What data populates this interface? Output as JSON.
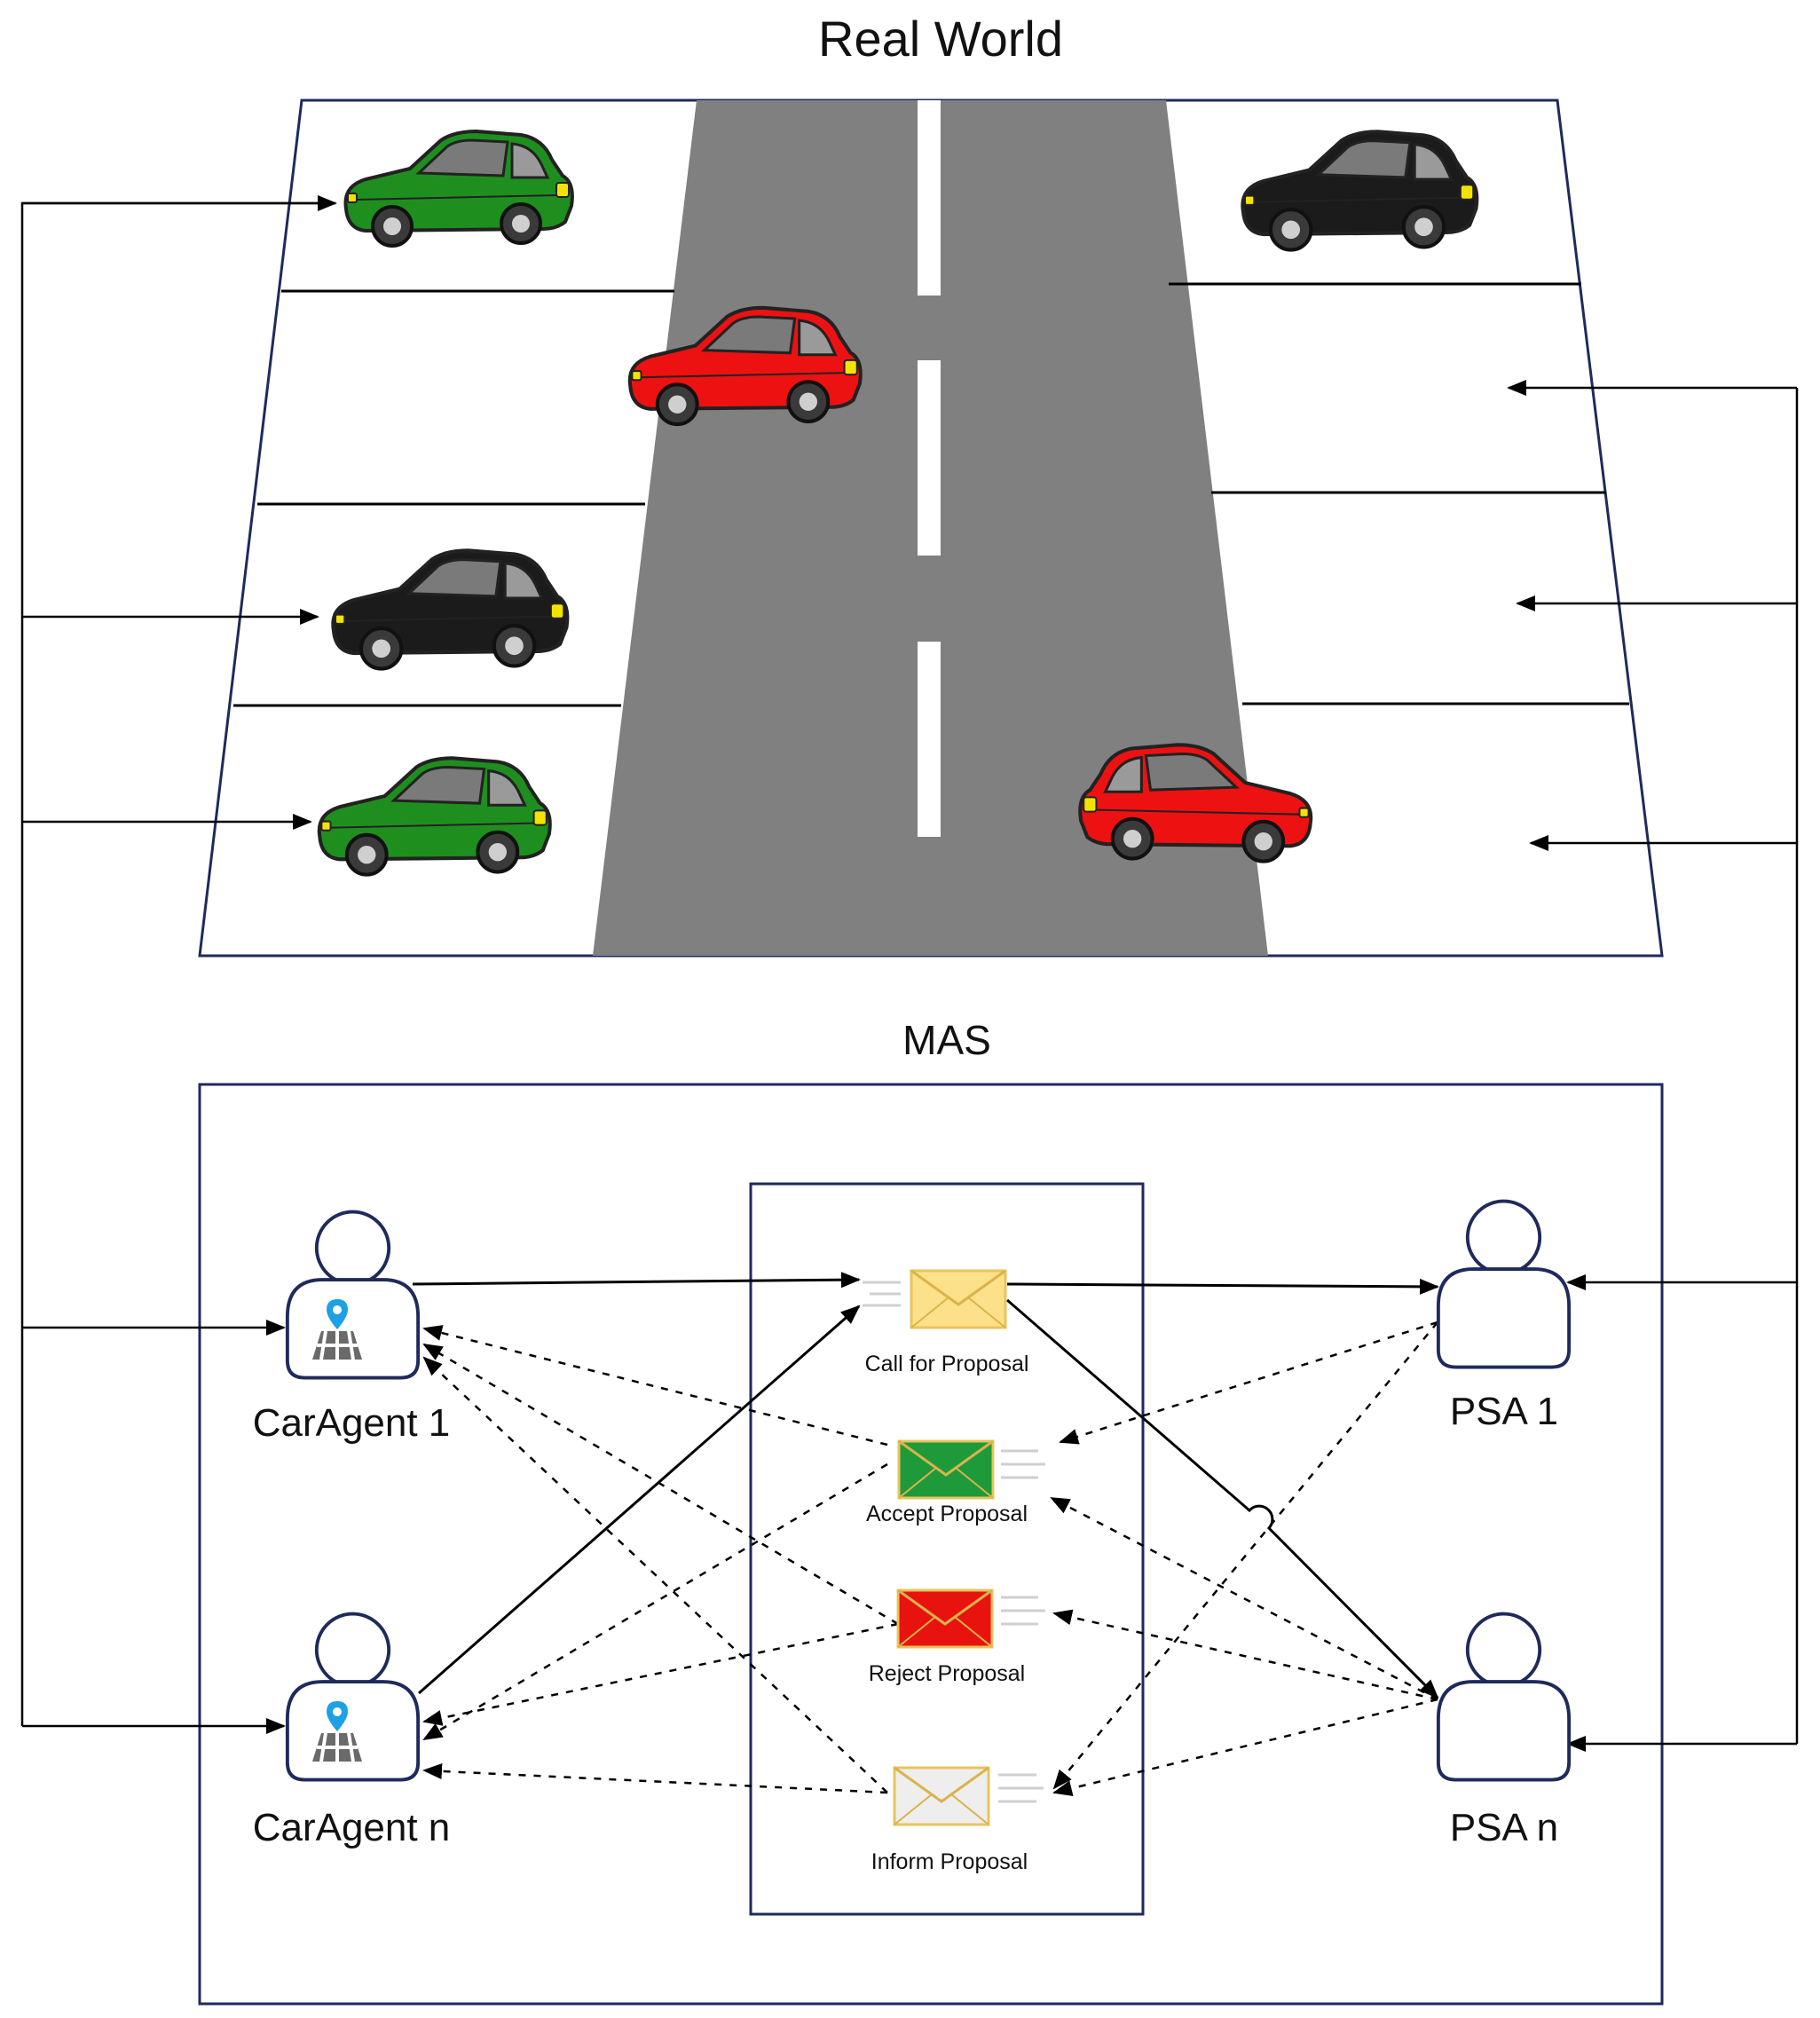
{
  "titles": {
    "real_world": "Real World",
    "mas": "MAS"
  },
  "agents": {
    "car_agent_1": "CarAgent 1",
    "car_agent_n": "CarAgent n",
    "psa_1": "PSA 1",
    "psa_n": "PSA n"
  },
  "messages": {
    "call_for_proposal": "Call for Proposal",
    "accept_proposal": "Accept Proposal",
    "reject_proposal": "Reject Proposal",
    "inform_proposal": "Inform Proposal"
  },
  "colors": {
    "road": "#808080",
    "frame": "#1f2a5c",
    "green_car": "#1e8f1e",
    "red_car": "#ee1111",
    "black_car": "#1b1b1b",
    "envelope_call": "#fde08a",
    "envelope_accept": "#1f9a3a",
    "envelope_reject": "#e8130f",
    "envelope_inform": "#eeeeee",
    "pin": "#1ea0e6"
  }
}
